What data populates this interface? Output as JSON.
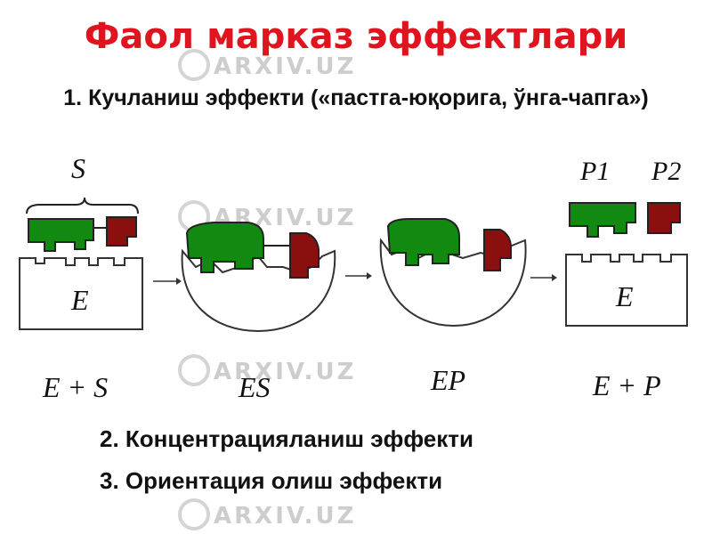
{
  "title": "Фаол марказ эффектлари",
  "subtitle": "1. Кучланиш эффекти  («пастга-юқорига, ўнга-чапга»)",
  "diagram": {
    "substrate_label": "S",
    "product_labels": [
      "P1",
      "P2"
    ],
    "enzyme_label": "E",
    "stage_labels": [
      "E + S",
      "ES",
      "EP",
      "E + P"
    ]
  },
  "items": [
    "2. Концентрацияланиш эффекти",
    "3. Ориентация олиш эффекти"
  ],
  "watermark": "ARXIV.UZ",
  "colors": {
    "title": "#e0141e",
    "green": "#128a12",
    "darkred": "#8a1010"
  }
}
